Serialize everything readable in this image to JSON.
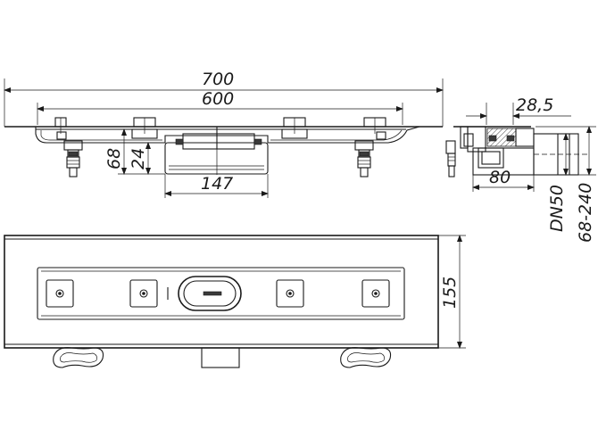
{
  "dimensions": {
    "overall_length": "700",
    "channel_length": "600",
    "height_total": "68",
    "height_body": "24",
    "outlet_width": "147",
    "flange_width": "28,5",
    "side_width": "80",
    "outlet_diameter": "DN50",
    "installation_height": "68-240",
    "plan_depth": "155"
  },
  "colors": {
    "line": "#1a1a1a",
    "background": "#ffffff"
  }
}
